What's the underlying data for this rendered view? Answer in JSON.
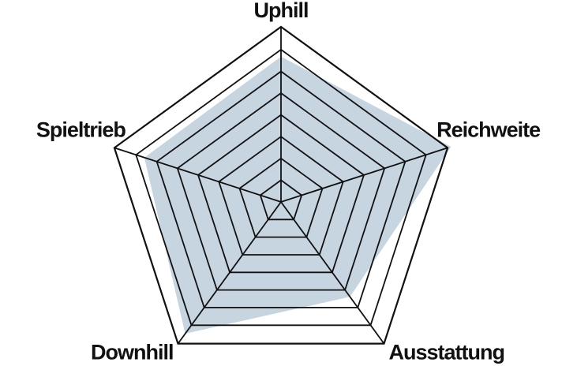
{
  "chart_data": {
    "type": "radar",
    "axes": [
      "Uphill",
      "Reichweite",
      "Ausstattung",
      "Downhill",
      "Spieltrieb"
    ],
    "series": [
      {
        "values": [
          8.3,
          10.2,
          6.7,
          9.3,
          8.2
        ]
      }
    ],
    "rlim": [
      0,
      10
    ],
    "ring_count": 7,
    "grid": true,
    "legend": "none",
    "fill_color": "#c7d5e1",
    "grid_color": "#111111"
  }
}
